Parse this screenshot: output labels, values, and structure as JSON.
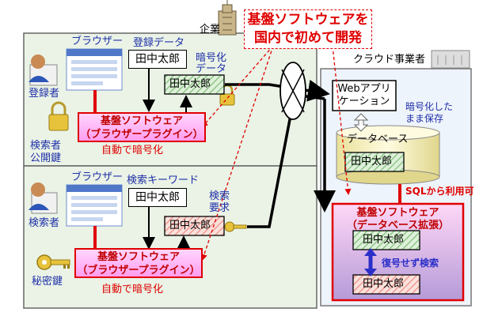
{
  "callout": {
    "line1": "基盤ソフトウェアを",
    "line2": "国内で初めて開発"
  },
  "company_label": "企業",
  "cloud_label": "クラウド事業者",
  "top": {
    "browser_label": "ブラウザー",
    "data_label": "登録データ",
    "name": "田中太郎",
    "encrypted_label_1": "暗号化",
    "encrypted_label_2": "データ",
    "encrypted_name": "田中太郎",
    "user_label": "登録者",
    "sw_line1": "基盤ソフトウェア",
    "sw_line2": "（ブラウザープラグイン）",
    "auto_label": "自動で暗号化",
    "key_label_1": "検索者",
    "key_label_2": "公開鍵"
  },
  "bottom": {
    "browser_label": "ブラウザー",
    "keyword_label": "検索キーワード",
    "name": "田中太郎",
    "request_label_1": "検索",
    "request_label_2": "要求",
    "encrypted_name": "田中太郎",
    "user_label": "検索者",
    "sw_line1": "基盤ソフトウェア",
    "sw_line2": "（ブラウザープラグイン）",
    "auto_label": "自動で暗号化",
    "key_label": "秘密鍵"
  },
  "cloud": {
    "webapp_line1": "Webアプリ",
    "webapp_line2": "ケーション",
    "stored_label_1": "暗号化した",
    "stored_label_2": "まま保存",
    "db_label": "データベース",
    "db_name": "田中太郎",
    "sql_label": "SQLから利用可",
    "sw_line1": "基盤ソフトウェア",
    "sw_line2": "（データベース拡張）",
    "enc_name_1": "田中太郎",
    "search_label": "復号せず検索",
    "enc_name_2": "田中太郎"
  },
  "colors": {
    "accent": "#e00000",
    "label_blue": "#1f2fa8",
    "panel_bg": "#eaf3e6",
    "cloud_bg": "#eef4fb",
    "hatch_green": "#9fd59a",
    "hatch_red": "#f3a09a"
  }
}
